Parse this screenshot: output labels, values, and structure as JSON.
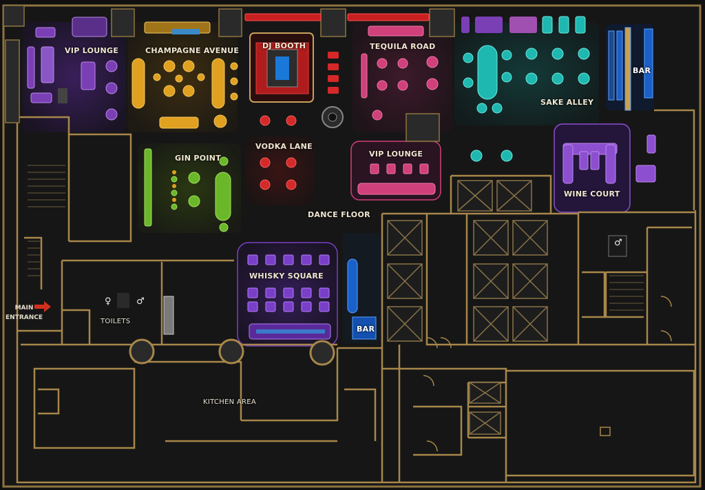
{
  "map": {
    "zones": {
      "vip_lounge_top": "VIP LOUNGE",
      "champagne_avenue": "CHAMPAGNE AVENUE",
      "dj_booth": "DJ BOOTH",
      "tequila_road": "TEQUILA ROAD",
      "bar_top": "BAR",
      "sake_alley": "SAKE ALLEY",
      "gin_point": "GIN POINT",
      "vodka_lane": "VODKA LANE",
      "vip_lounge_center": "VIP LOUNGE",
      "wine_court": "WINE COURT",
      "dance_floor": "DANCE FLOOR",
      "whisky_square": "WHISKY SQUARE",
      "bar_center": "BAR",
      "toilets": "TOILETS",
      "kitchen_area": "KITCHEN AREA"
    },
    "entrance": {
      "line1": "MAIN",
      "line2": "ENTRANCE"
    }
  },
  "colors": {
    "wall": "#a8874a",
    "floor": "#1a1a1a",
    "vip": "#7b3fb5",
    "champagne": "#e0a020",
    "dj": "#d62828",
    "tequila": "#d0407a",
    "sake": "#1fb8b0",
    "bar": "#1a60c8",
    "gin": "#6ab82a",
    "vodka": "#d42a2a",
    "whisky": "#7a3fc8",
    "wine": "#8b4fd0",
    "entrance_arrow": "#d2301e"
  }
}
